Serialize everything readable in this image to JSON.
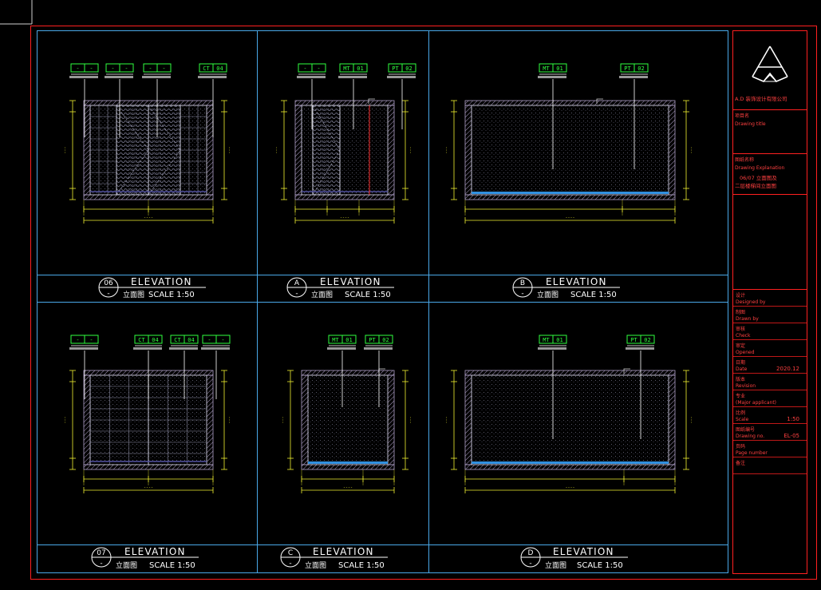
{
  "colors": {
    "background": "#000000",
    "frame": "#ff2020",
    "grid": "#4aa8e8",
    "wall": "#b0a0c8",
    "dimension": "#f0f030",
    "tag": "#30ff40",
    "annotation": "#ffffff",
    "floor_strip": "#3090e0"
  },
  "panels": [
    {
      "number": "06",
      "sub": "-",
      "title": "ELEVATION",
      "cn": "立面图",
      "scale": "SCALE 1:50",
      "tags": [
        {
          "code": "-",
          "num": "-"
        },
        {
          "code": "-",
          "num": "-"
        },
        {
          "code": "-",
          "num": "-"
        },
        {
          "code": "CT",
          "num": "04"
        }
      ]
    },
    {
      "number": "A",
      "sub": "-",
      "title": "ELEVATION",
      "cn": "立面图",
      "scale": "SCALE 1:50",
      "tags": [
        {
          "code": "-",
          "num": "-"
        },
        {
          "code": "MT",
          "num": "01"
        },
        {
          "code": "PT",
          "num": "02"
        }
      ]
    },
    {
      "number": "B",
      "sub": "-",
      "title": "ELEVATION",
      "cn": "立面图",
      "scale": "SCALE 1:50",
      "tags": [
        {
          "code": "MT",
          "num": "01"
        },
        {
          "code": "PT",
          "num": "02"
        }
      ]
    },
    {
      "number": "07",
      "sub": "-",
      "title": "ELEVATION",
      "cn": "立面图",
      "scale": "SCALE 1:50",
      "tags": [
        {
          "code": "-",
          "num": "-"
        },
        {
          "code": "CT",
          "num": "04"
        },
        {
          "code": "CT",
          "num": "04"
        },
        {
          "code": "-",
          "num": "-"
        }
      ]
    },
    {
      "number": "C",
      "sub": "-",
      "title": "ELEVATION",
      "cn": "立面图",
      "scale": "SCALE 1:50",
      "tags": [
        {
          "code": "MT",
          "num": "01"
        },
        {
          "code": "PT",
          "num": "02"
        }
      ]
    },
    {
      "number": "D",
      "sub": "-",
      "title": "ELEVATION",
      "cn": "立面图",
      "scale": "SCALE 1:50",
      "tags": [
        {
          "code": "MT",
          "num": "01"
        },
        {
          "code": "PT",
          "num": "02"
        }
      ]
    }
  ],
  "title_block": {
    "company": "A.D 装饰设计有限公司",
    "project_cn": "项目名",
    "project_en": "Drawing title",
    "drawing_cn": "图纸名称",
    "drawing_en": "Drawing Explanation",
    "drawing_line1": "06/07 立面图及",
    "drawing_line2": "二层楼梯间立面图",
    "fields": [
      {
        "label_cn": "设计",
        "label_en": "Designed by",
        "value": ""
      },
      {
        "label_cn": "制图",
        "label_en": "Drawn by",
        "value": ""
      },
      {
        "label_cn": "审核",
        "label_en": "Check",
        "value": ""
      },
      {
        "label_cn": "审定",
        "label_en": "Opened",
        "value": ""
      },
      {
        "label_cn": "日期",
        "label_en": "Date",
        "value": "2020.12"
      },
      {
        "label_cn": "版本",
        "label_en": "Revision",
        "value": ""
      },
      {
        "label_cn": "专业",
        "label_en": "(Major applicant)",
        "value": ""
      },
      {
        "label_cn": "比例",
        "label_en": "Scale",
        "value": "1:50"
      },
      {
        "label_cn": "图纸编号",
        "label_en": "Drawing no.",
        "value": "EL-05"
      },
      {
        "label_cn": "页码",
        "label_en": "Page number",
        "value": ""
      },
      {
        "label_cn": "备注",
        "label_en": "",
        "value": ""
      }
    ]
  }
}
